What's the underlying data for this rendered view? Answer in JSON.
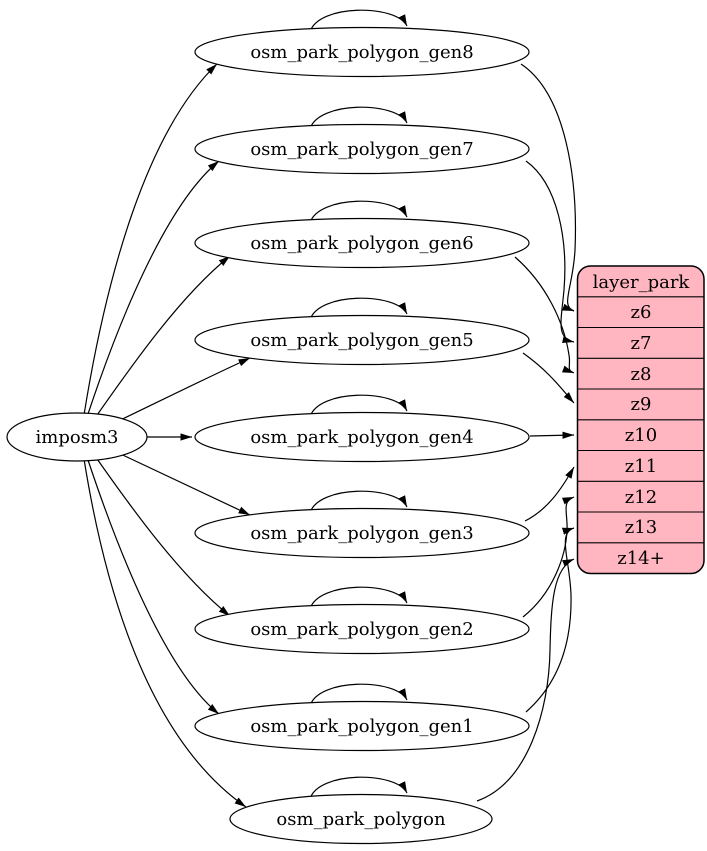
{
  "graph": {
    "source_node": {
      "label": "imposm3"
    },
    "gen_nodes": [
      {
        "label": "osm_park_polygon_gen8"
      },
      {
        "label": "osm_park_polygon_gen7"
      },
      {
        "label": "osm_park_polygon_gen6"
      },
      {
        "label": "osm_park_polygon_gen5"
      },
      {
        "label": "osm_park_polygon_gen4"
      },
      {
        "label": "osm_park_polygon_gen3"
      },
      {
        "label": "osm_park_polygon_gen2"
      },
      {
        "label": "osm_park_polygon_gen1"
      },
      {
        "label": "osm_park_polygon"
      }
    ],
    "layer_table": {
      "header": "layer_park",
      "rows": [
        "z6",
        "z7",
        "z8",
        "z9",
        "z10",
        "z11",
        "z12",
        "z13",
        "z14+"
      ]
    },
    "edges": [
      {
        "from": "imposm3",
        "to": "osm_park_polygon_gen8"
      },
      {
        "from": "imposm3",
        "to": "osm_park_polygon_gen7"
      },
      {
        "from": "imposm3",
        "to": "osm_park_polygon_gen6"
      },
      {
        "from": "imposm3",
        "to": "osm_park_polygon_gen5"
      },
      {
        "from": "imposm3",
        "to": "osm_park_polygon_gen4"
      },
      {
        "from": "imposm3",
        "to": "osm_park_polygon_gen3"
      },
      {
        "from": "imposm3",
        "to": "osm_park_polygon_gen2"
      },
      {
        "from": "imposm3",
        "to": "osm_park_polygon_gen1"
      },
      {
        "from": "imposm3",
        "to": "osm_park_polygon"
      },
      {
        "from": "osm_park_polygon_gen8",
        "to": "osm_park_polygon_gen8",
        "type": "self-loop"
      },
      {
        "from": "osm_park_polygon_gen7",
        "to": "osm_park_polygon_gen7",
        "type": "self-loop"
      },
      {
        "from": "osm_park_polygon_gen6",
        "to": "osm_park_polygon_gen6",
        "type": "self-loop"
      },
      {
        "from": "osm_park_polygon_gen5",
        "to": "osm_park_polygon_gen5",
        "type": "self-loop"
      },
      {
        "from": "osm_park_polygon_gen4",
        "to": "osm_park_polygon_gen4",
        "type": "self-loop"
      },
      {
        "from": "osm_park_polygon_gen3",
        "to": "osm_park_polygon_gen3",
        "type": "self-loop"
      },
      {
        "from": "osm_park_polygon_gen2",
        "to": "osm_park_polygon_gen2",
        "type": "self-loop"
      },
      {
        "from": "osm_park_polygon_gen1",
        "to": "osm_park_polygon_gen1",
        "type": "self-loop"
      },
      {
        "from": "osm_park_polygon",
        "to": "osm_park_polygon",
        "type": "self-loop"
      },
      {
        "from": "osm_park_polygon_gen8",
        "to": "layer_park.z6"
      },
      {
        "from": "osm_park_polygon_gen7",
        "to": "layer_park.z7"
      },
      {
        "from": "osm_park_polygon_gen6",
        "to": "layer_park.z8"
      },
      {
        "from": "osm_park_polygon_gen5",
        "to": "layer_park.z9"
      },
      {
        "from": "osm_park_polygon_gen4",
        "to": "layer_park.z10"
      },
      {
        "from": "osm_park_polygon_gen3",
        "to": "layer_park.z11"
      },
      {
        "from": "osm_park_polygon_gen2",
        "to": "layer_park.z12"
      },
      {
        "from": "osm_park_polygon_gen1",
        "to": "layer_park.z13"
      },
      {
        "from": "osm_park_polygon",
        "to": "layer_park.z14+"
      }
    ],
    "colors": {
      "table_fill": "#ffb6c1",
      "node_fill": "#ffffff",
      "edge_stroke": "#000000"
    }
  }
}
